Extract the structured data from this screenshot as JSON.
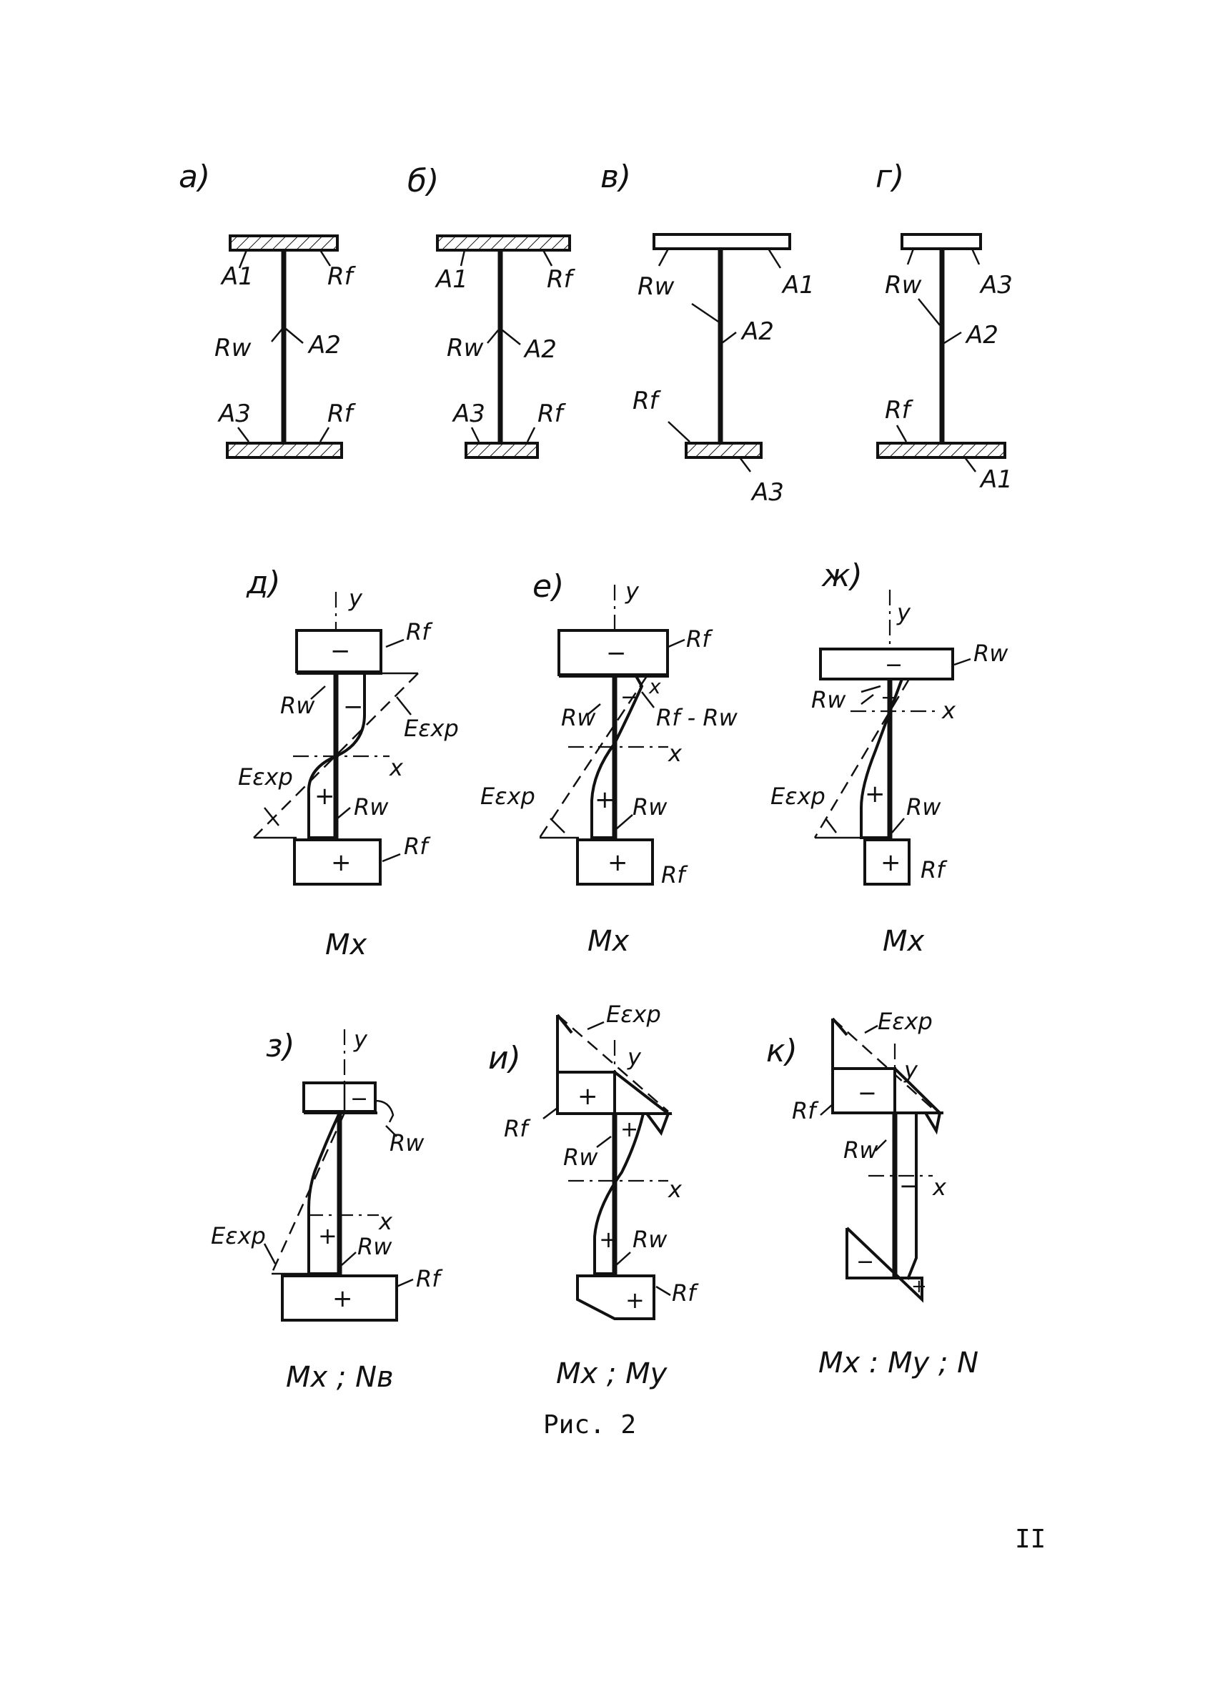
{
  "figure": {
    "caption": "Рис. 2",
    "page_number": "II"
  },
  "panels": {
    "a": {
      "letter": "а)",
      "labels": [
        "A1",
        "Rf",
        "Rw",
        "A2",
        "A3",
        "Rf"
      ]
    },
    "b": {
      "letter": "б)",
      "labels": [
        "A1",
        "Rf",
        "Rw",
        "A2",
        "A3",
        "Rf"
      ]
    },
    "v": {
      "letter": "в)",
      "labels": [
        "Rw",
        "A1",
        "A2",
        "Rf",
        "A3"
      ]
    },
    "g": {
      "letter": "г)",
      "labels": [
        "Rw",
        "A3",
        "A2",
        "Rf",
        "A1"
      ]
    },
    "d": {
      "letter": "д)",
      "caption": "Mx",
      "signs": [
        "−",
        "−",
        "+",
        "+"
      ],
      "labels": [
        "y",
        "Rf",
        "Rw",
        "Eεxp",
        "x",
        "Eεxp",
        "Rw",
        "Rf"
      ]
    },
    "e": {
      "letter": "е)",
      "caption": "Mx",
      "signs": [
        "−",
        "−",
        "+",
        "+"
      ],
      "labels": [
        "y",
        "Rf",
        "x",
        "Rw",
        "Rf - Rw",
        "x",
        "Eεxp",
        "Rw",
        "Rf"
      ]
    },
    "zh": {
      "letter": "ж)",
      "caption": "Mx",
      "signs": [
        "−",
        "−",
        "+",
        "+"
      ],
      "labels": [
        "y",
        "Rw",
        "Rw",
        "x",
        "Eεxp",
        "Rw",
        "Rf"
      ]
    },
    "z": {
      "letter": "з)",
      "caption": "Mx ; Nв",
      "signs": [
        "−",
        "+",
        "+"
      ],
      "labels": [
        "y",
        "Rw",
        "x",
        "Eεxp",
        "Rw",
        "Rf"
      ]
    },
    "i": {
      "letter": "и)",
      "caption": "Mx ; My",
      "signs": [
        "+",
        "+",
        "+",
        "+"
      ],
      "labels": [
        "Eεxp",
        "y",
        "Rf",
        "Rw",
        "x",
        "Rw",
        "Rf"
      ]
    },
    "k": {
      "letter": "к)",
      "caption": "Mx : My ; N",
      "signs": [
        "−",
        "−",
        "−",
        "+"
      ],
      "labels": [
        "Eεxp",
        "y",
        "Rf",
        "Rw",
        "x"
      ]
    }
  }
}
